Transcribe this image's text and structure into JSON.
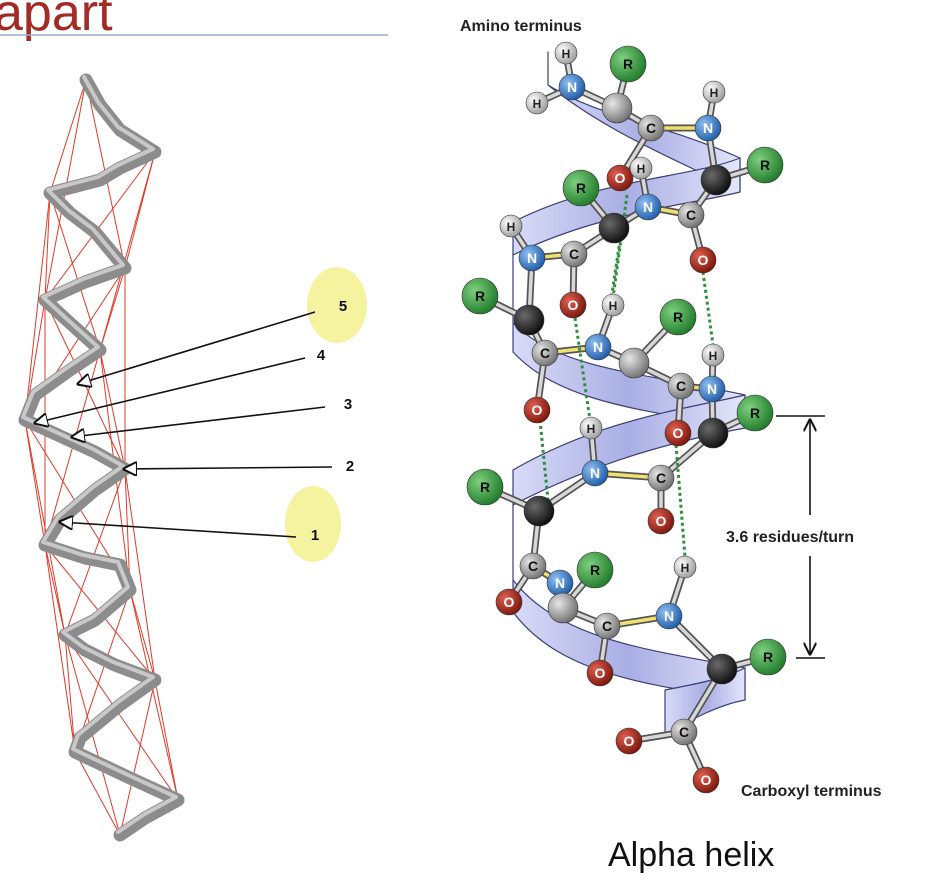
{
  "slide": {
    "title_fragment": "apart"
  },
  "left_diagram": {
    "markers": [
      "5",
      "4",
      "3",
      "2",
      "1"
    ]
  },
  "right_diagram": {
    "amino_label": "Amino terminus",
    "carboxyl_label": "Carboxyl terminus",
    "pitch_label": "3.6 residues/turn",
    "caption": "Alpha helix",
    "atom_letters": {
      "hydrogen": "H",
      "nitrogen": "N",
      "carbon": "C",
      "oxygen": "O",
      "side_chain": "R"
    }
  },
  "colors": {
    "title": "#a32a25",
    "title_rule": "#9aaecb",
    "backbone": "#8c8c8c",
    "ca_links": "#e03a2a",
    "highlight": "#f5f2a0",
    "ribbon": "#b9bde8",
    "h_bond": "#2f8f3f",
    "atom_h": "#e8e8e8",
    "atom_n": "#3d7fd0",
    "atom_c_alpha": "#222222",
    "atom_c_carbonyl": "#9a9a9a",
    "atom_o": "#a82418",
    "atom_r": "#3f9e3f"
  }
}
